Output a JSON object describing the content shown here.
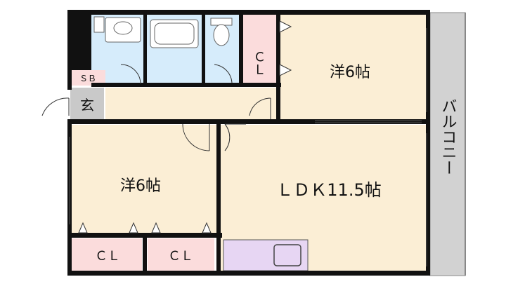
{
  "colors": {
    "wall": "#111111",
    "room_floor": "#fbeed5",
    "closet": "#fbdcdc",
    "water": "#d6ecfb",
    "kitchen": "#e7d6f3",
    "entrance": "#c9c9c9",
    "balcony": "#d2d2d2"
  },
  "rooms": {
    "western_1": "洋6帖",
    "western_2": "洋6帖",
    "ldk": "ＬＤＫ11.5帖",
    "closet_top": "ＣＬ",
    "closet_bottom_left": "ＣＬ",
    "closet_bottom_right": "ＣＬ",
    "shoe_box": "ＳＢ",
    "entrance": "玄",
    "balcony": "バルコニー"
  }
}
